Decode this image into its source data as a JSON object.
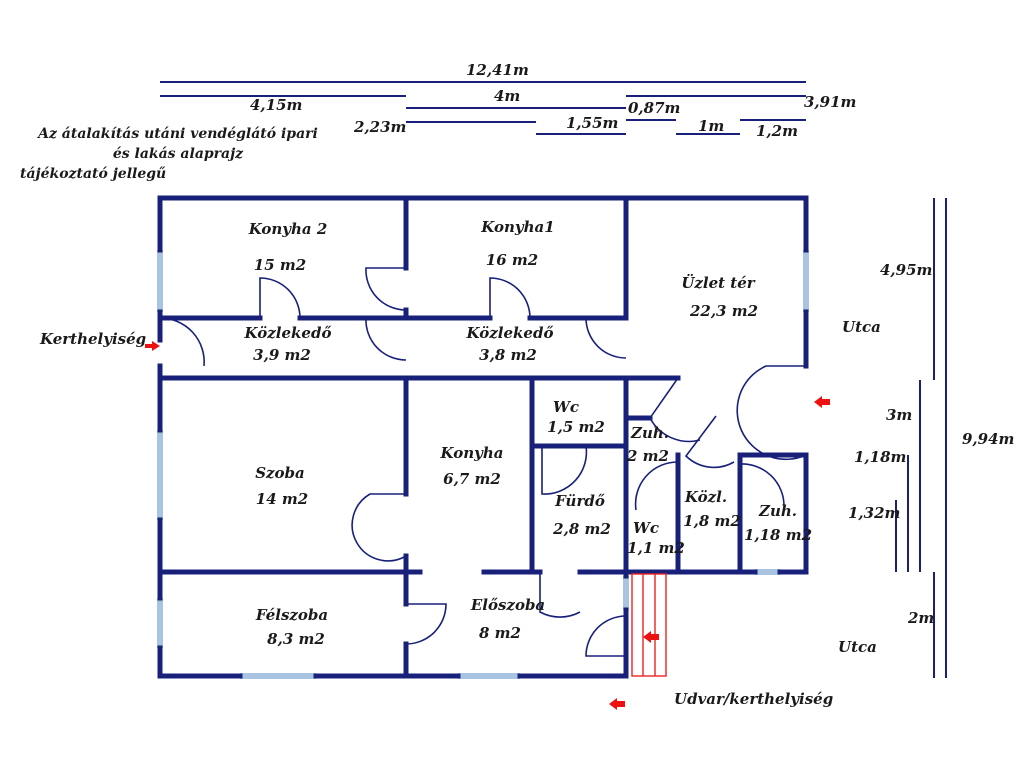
{
  "note": {
    "line1": "Az átalakítás utáni vendéglátó ipari",
    "line2": "és lakás alaprajz",
    "line3": "tájékoztató jellegű"
  },
  "dimensions": {
    "total_width": "12,41m",
    "left_section": "4,15m",
    "middle_section": "4m",
    "right_section": "3,91m",
    "d_2_23": "2,23m",
    "d_1_55": "1,55m",
    "d_0_87": "0,87m",
    "d_1": "1m",
    "d_1_2": "1,2m",
    "side_4_95": "4,95m",
    "side_3": "3m",
    "side_1_18": "1,18m",
    "side_1_32": "1,32m",
    "side_2": "2m",
    "side_total": "9,94m"
  },
  "rooms": {
    "konyha2": {
      "name": "Konyha 2",
      "area": "15 m2"
    },
    "konyha1": {
      "name": "Konyha1",
      "area": "16 m2"
    },
    "uzlet": {
      "name": "Üzlet tér",
      "area": "22,3 m2"
    },
    "kozl_left": {
      "name": "Közlekedő",
      "area": "3,9 m2"
    },
    "kozl_mid": {
      "name": "Közlekedő",
      "area": "3,8 m2"
    },
    "wc1": {
      "name": "Wc",
      "area": "1,5 m2"
    },
    "zuh1": {
      "name": "Zuh.",
      "area": "2 m2"
    },
    "szoba": {
      "name": "Szoba",
      "area": "14 m2"
    },
    "konyha": {
      "name": "Konyha",
      "area": "6,7 m2"
    },
    "furdo": {
      "name": "Fürdő",
      "area": "2,8 m2"
    },
    "wc2": {
      "name": "Wc",
      "area": "1,1 m2"
    },
    "kozl_small": {
      "name": "Közl.",
      "area": "1,8 m2"
    },
    "zuh2": {
      "name": "Zuh.",
      "area": "1,18 m2"
    },
    "felszoba": {
      "name": "Félszoba",
      "area": "8,3 m2"
    },
    "eloszoba": {
      "name": "Előszoba",
      "area": "8 m2"
    }
  },
  "outside": {
    "kerthelyiseg": "Kerthelyiség",
    "utca_top": "Utca",
    "utca_bottom": "Utca",
    "udvar": "Udvar/kerthelyiség"
  },
  "colors": {
    "wall": "#18207a",
    "window": "#a8c4e0",
    "entrance_arrow": "#ee1111",
    "stairs": "#ee2222"
  }
}
